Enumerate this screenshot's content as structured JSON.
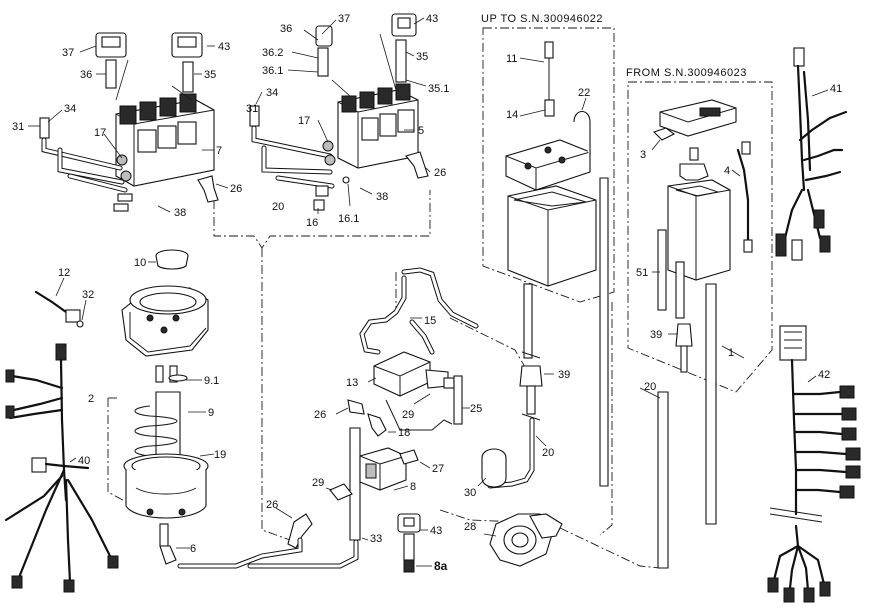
{
  "diagram": {
    "notes": {
      "up_to": "UP TO S.N.300946022",
      "from": "FROM S.N.300946023"
    },
    "labels": {
      "l37a": "37",
      "l43a": "43",
      "l36a": "36",
      "l35a": "35",
      "l34a": "34",
      "l31a": "31",
      "l17a": "17",
      "l7": "7",
      "l26a": "26",
      "l38a": "38",
      "l36b": "36",
      "l37b": "37",
      "l43b": "43",
      "l36_2": "36.2",
      "l36_1": "36.1",
      "l35b": "35",
      "l35_1": "35.1",
      "l31b": "31",
      "l34b": "34",
      "l17b": "17",
      "l5": "5",
      "l26b": "26",
      "l20a": "20",
      "l16": "16",
      "l16_1": "16.1",
      "l38b": "38",
      "l11": "11",
      "l14": "14",
      "l22": "22",
      "l3": "3",
      "l4": "4",
      "l41": "41",
      "l10": "10",
      "l12": "12",
      "l32": "32",
      "l2": "2",
      "l9_1": "9.1",
      "l9": "9",
      "l19": "19",
      "l40": "40",
      "l6": "6",
      "l15": "15",
      "l13": "13",
      "l29a": "29",
      "l25": "25",
      "l26c": "26",
      "l18": "18",
      "l27": "27",
      "l8": "8",
      "l29b": "29",
      "l26d": "26",
      "l33": "33",
      "l43c": "43",
      "l8a": "8a",
      "l39a": "39",
      "l20b": "20",
      "l30": "30",
      "l28": "28",
      "l51": "51",
      "l39b": "39",
      "l1": "1",
      "l20c": "20",
      "l42": "42"
    }
  },
  "colors": {
    "ink": "#111111",
    "paper": "#ffffff"
  }
}
